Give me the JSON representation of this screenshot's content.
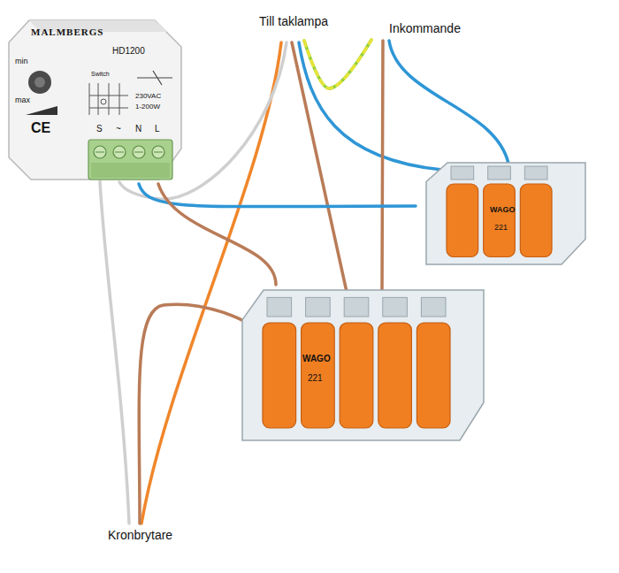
{
  "diagram": {
    "nodes": [
      {
        "text": [
          "MALMBERGS",
          "HD1200",
          "min",
          "max",
          "CE",
          "Switch",
          "230VAC",
          "1-200W",
          "S",
          "~",
          "N",
          "L"
        ]
      },
      {
        "text": [
          "WAGO",
          "221"
        ]
      },
      {
        "text": [
          "WAGO",
          "221"
        ]
      }
    ],
    "edges": [
      {
        "from": 0,
        "to": 1,
        "arrow": "none"
      },
      {
        "from": 0,
        "to": 2,
        "arrow": "none"
      }
    ],
    "labels": [
      "Till taklampa",
      "Inkommande",
      "Kronbrytare"
    ]
  }
}
